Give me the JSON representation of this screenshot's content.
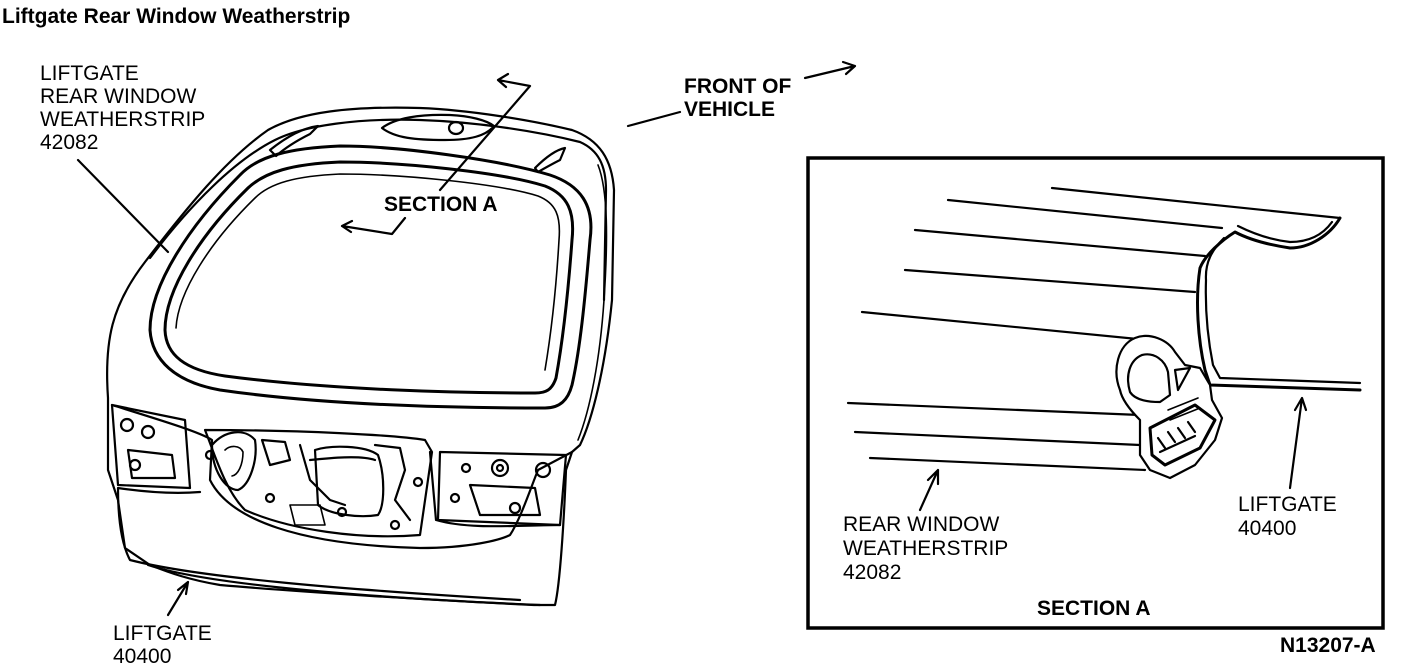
{
  "title": "Liftgate Rear Window Weatherstrip",
  "labels": {
    "weatherstrip_main": [
      "LIFTGATE",
      "REAR WINDOW",
      "WEATHERSTRIP",
      "42082"
    ],
    "front_of_vehicle": [
      "FRONT OF",
      "VEHICLE"
    ],
    "section_a_callout": "SECTION A",
    "liftgate_main": [
      "LIFTGATE",
      "40400"
    ],
    "detail_weatherstrip": [
      "REAR WINDOW",
      "WEATHERSTRIP",
      "42082"
    ],
    "detail_liftgate": [
      "LIFTGATE",
      "40400"
    ],
    "detail_caption": "SECTION A"
  },
  "figure_id": "N13207-A"
}
